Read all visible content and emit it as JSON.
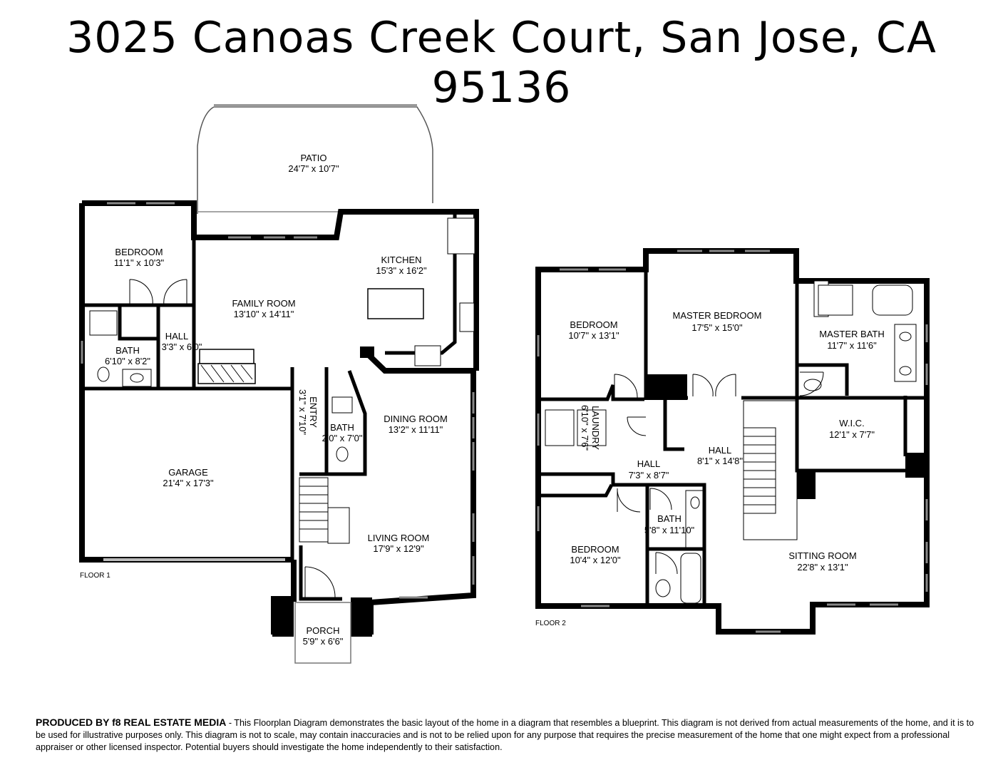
{
  "header": {
    "address": "3025 Canoas Creek Court, San Jose, CA  95136"
  },
  "floor1": {
    "label": "FLOOR 1",
    "rooms": [
      {
        "name": "PATIO",
        "dims": "24'7\" x 10'7\""
      },
      {
        "name": "BEDROOM",
        "dims": "11'1\" x 10'3\""
      },
      {
        "name": "FAMILY ROOM",
        "dims": "13'10\" x 14'11\""
      },
      {
        "name": "KITCHEN",
        "dims": "15'3\" x 16'2\""
      },
      {
        "name": "HALL",
        "dims": "3'3\" x 6'0\""
      },
      {
        "name": "BATH",
        "dims": "6'10\" x 8'2\""
      },
      {
        "name": "ENTRY",
        "dims": "3'1\" x 7'10\""
      },
      {
        "name": "BATH",
        "dims": "2'0\" x 7'0\""
      },
      {
        "name": "DINING ROOM",
        "dims": "13'2\" x 11'11\""
      },
      {
        "name": "GARAGE",
        "dims": "21'4\" x 17'3\""
      },
      {
        "name": "LIVING ROOM",
        "dims": "17'9\" x 12'9\""
      },
      {
        "name": "PORCH",
        "dims": "5'9\" x 6'6\""
      }
    ]
  },
  "floor2": {
    "label": "FLOOR 2",
    "rooms": [
      {
        "name": "BEDROOM",
        "dims": "10'7\" x 13'1\""
      },
      {
        "name": "MASTER BEDROOM",
        "dims": "17'5\" x 15'0\""
      },
      {
        "name": "MASTER BATH",
        "dims": "11'7\" x 11'6\""
      },
      {
        "name": "LAUNDRY",
        "dims": "6'10\" x 7'6\""
      },
      {
        "name": "HALL",
        "dims": "8'1\" x 14'8\""
      },
      {
        "name": "W.I.C.",
        "dims": "12'1\" x 7'7\""
      },
      {
        "name": "HALL",
        "dims": "7'3\" x 8'7\""
      },
      {
        "name": "BATH",
        "dims": "5'8\" x 11'10\""
      },
      {
        "name": "BEDROOM",
        "dims": "10'4\" x 12'0\""
      },
      {
        "name": "SITTING ROOM",
        "dims": "22'8\" x 13'1\""
      }
    ]
  },
  "footer": {
    "producer": "PRODUCED BY f8 REAL ESTATE MEDIA",
    "text": " - This Floorplan Diagram demonstrates the basic layout of the home in a diagram that resembles a blueprint. This diagram is not derived from actual measurements of the home, and it is to be used for illustrative purposes only. This diagram is not to scale, may contain inaccuracies and is not to be relied upon for any purpose that requires the precise measurement of the home that one might expect from a professional appraiser or other licensed inspector. Potential buyers should investigate the home independently to their satisfaction."
  }
}
